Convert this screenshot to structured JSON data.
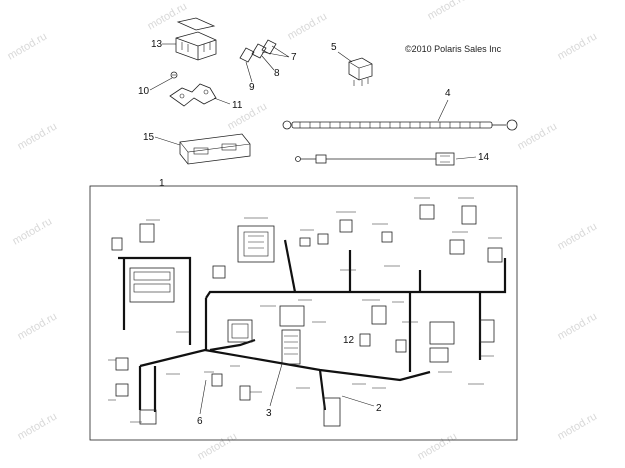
{
  "copyright": "©2010 Polaris Sales Inc",
  "watermark": "motod.ru",
  "callouts": [
    {
      "id": "c1",
      "label": "1"
    },
    {
      "id": "c2",
      "label": "2"
    },
    {
      "id": "c3",
      "label": "3"
    },
    {
      "id": "c4",
      "label": "4"
    },
    {
      "id": "c5",
      "label": "5"
    },
    {
      "id": "c6",
      "label": "6"
    },
    {
      "id": "c7",
      "label": "7"
    },
    {
      "id": "c8",
      "label": "8"
    },
    {
      "id": "c9",
      "label": "9"
    },
    {
      "id": "c10",
      "label": "10"
    },
    {
      "id": "c11",
      "label": "11"
    },
    {
      "id": "c12",
      "label": "12"
    },
    {
      "id": "c13",
      "label": "13"
    },
    {
      "id": "c14",
      "label": "14"
    },
    {
      "id": "c15",
      "label": "15"
    }
  ]
}
